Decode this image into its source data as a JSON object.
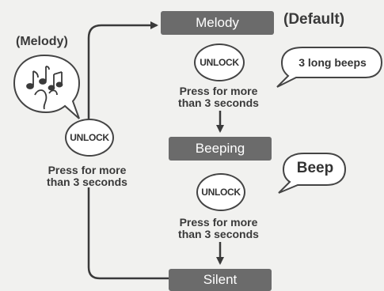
{
  "modes": {
    "melody": "Melody",
    "beeping": "Beeping",
    "silent": "Silent"
  },
  "default_label": "(Default)",
  "melody_caption": "(Melody)",
  "button_label": "UNLOCK",
  "press_instruction": {
    "line1": "Press for more",
    "line2": "than 3 seconds"
  },
  "sound_bubbles": {
    "long_beeps": "3 long beeps",
    "beep": "Beep"
  },
  "icons": {
    "music": "music-notes-icon"
  }
}
